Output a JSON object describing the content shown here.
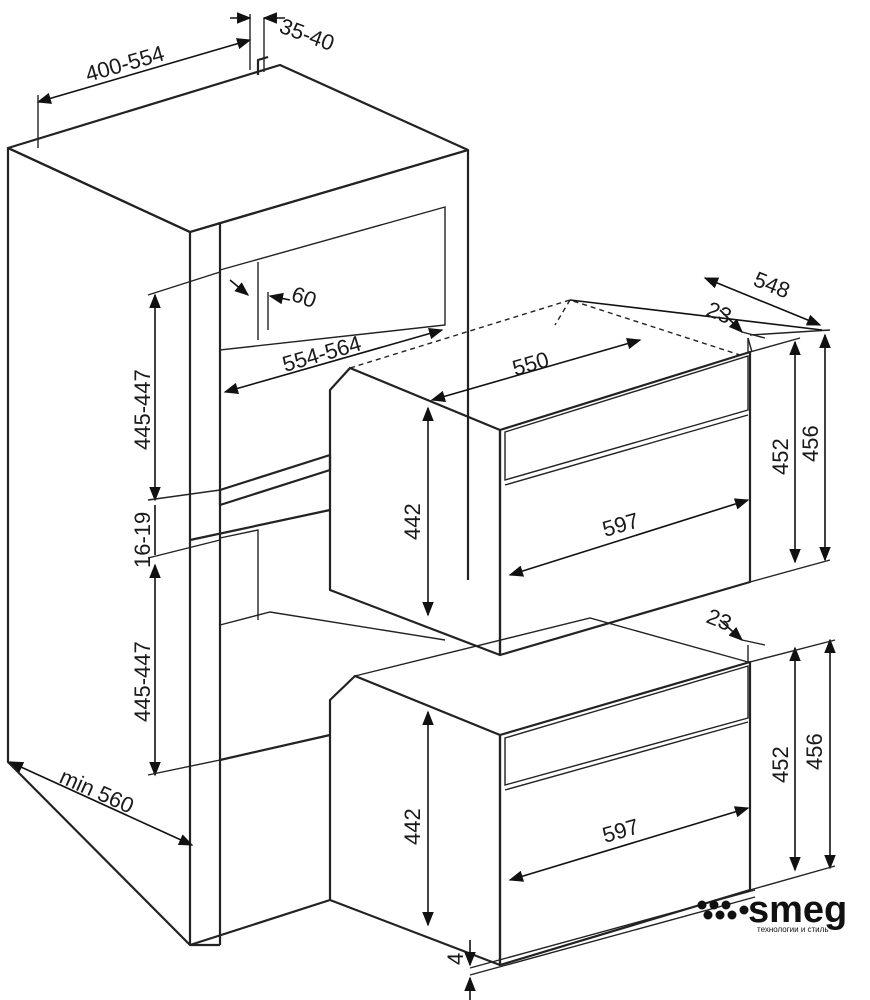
{
  "dimensions": {
    "top_depth": "400-554",
    "top_gap": "35-40",
    "niche_depth_marker": "60",
    "niche_width": "554-564",
    "niche_height_upper": "445-447",
    "shelf_thickness": "16-19",
    "niche_height_lower": "445-447",
    "cabinet_min_width": "min 560",
    "upper_oven": {
      "depth_total": "548",
      "door_offset": "23",
      "body_depth": "550",
      "body_height": "442",
      "front_width": "597",
      "front_height_inner": "452",
      "front_height_outer": "456"
    },
    "lower_oven": {
      "door_offset": "23",
      "body_height": "442",
      "front_width": "597",
      "front_height_inner": "452",
      "front_height_outer": "456",
      "bottom_gap": "4"
    }
  },
  "brand": {
    "name": "smeg",
    "tagline": "технологии и стиль"
  }
}
